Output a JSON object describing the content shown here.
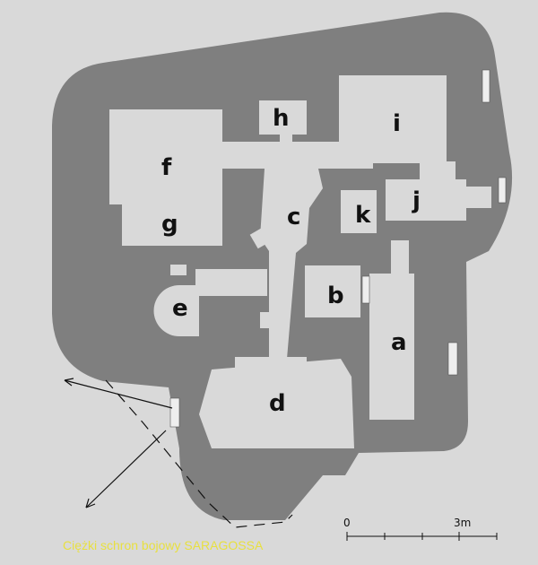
{
  "colors": {
    "wall": "#7f7f7f",
    "room": "#d9d9d9",
    "ink": "#111111",
    "caption": "#e8e040"
  },
  "rooms": {
    "a": "a",
    "b": "b",
    "c": "c",
    "d": "d",
    "e": "e",
    "f": "f",
    "g": "g",
    "h": "h",
    "i": "i",
    "j": "j",
    "k": "k"
  },
  "scale": {
    "start": "0",
    "end": "3m"
  },
  "caption": "Ciężki schron bojowy SARAGOSSA"
}
